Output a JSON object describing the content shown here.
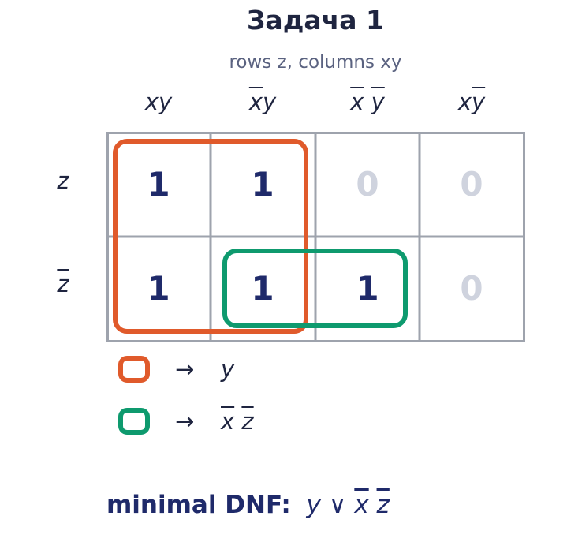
{
  "title": "Задача 1",
  "subtitle": "rows z,  columns xy",
  "column_headers": [
    {
      "var1": "x",
      "var1_negated": false,
      "var2": "y",
      "var2_negated": false
    },
    {
      "var1": "x",
      "var1_negated": true,
      "var2": "y",
      "var2_negated": false
    },
    {
      "var1": "x",
      "var1_negated": true,
      "var2": "y",
      "var2_negated": true
    },
    {
      "var1": "x",
      "var1_negated": false,
      "var2": "y",
      "var2_negated": true
    }
  ],
  "row_headers": [
    {
      "var": "z",
      "negated": false
    },
    {
      "var": "z",
      "negated": true
    }
  ],
  "cells": [
    [
      "1",
      "1",
      "0",
      "0"
    ],
    [
      "1",
      "1",
      "1",
      "0"
    ]
  ],
  "groups": [
    {
      "color": "#e05a2b",
      "arrow": "→",
      "term": "y",
      "term_vars": [
        {
          "var": "y",
          "negated": false
        }
      ]
    },
    {
      "color": "#0e9a6e",
      "arrow": "→",
      "term": "x̄z̄",
      "term_vars": [
        {
          "var": "x",
          "negated": true
        },
        {
          "var": "z",
          "negated": true
        }
      ]
    }
  ],
  "colors": {
    "grid": "#9ea3ad",
    "one": "#1f2a6a",
    "zero": "#cfd3de"
  },
  "result": {
    "label": "minimal DNF:",
    "or_symbol": "∨",
    "terms": [
      [
        {
          "var": "y",
          "negated": false
        }
      ],
      [
        {
          "var": "x",
          "negated": true
        },
        {
          "var": "z",
          "negated": true
        }
      ]
    ]
  }
}
